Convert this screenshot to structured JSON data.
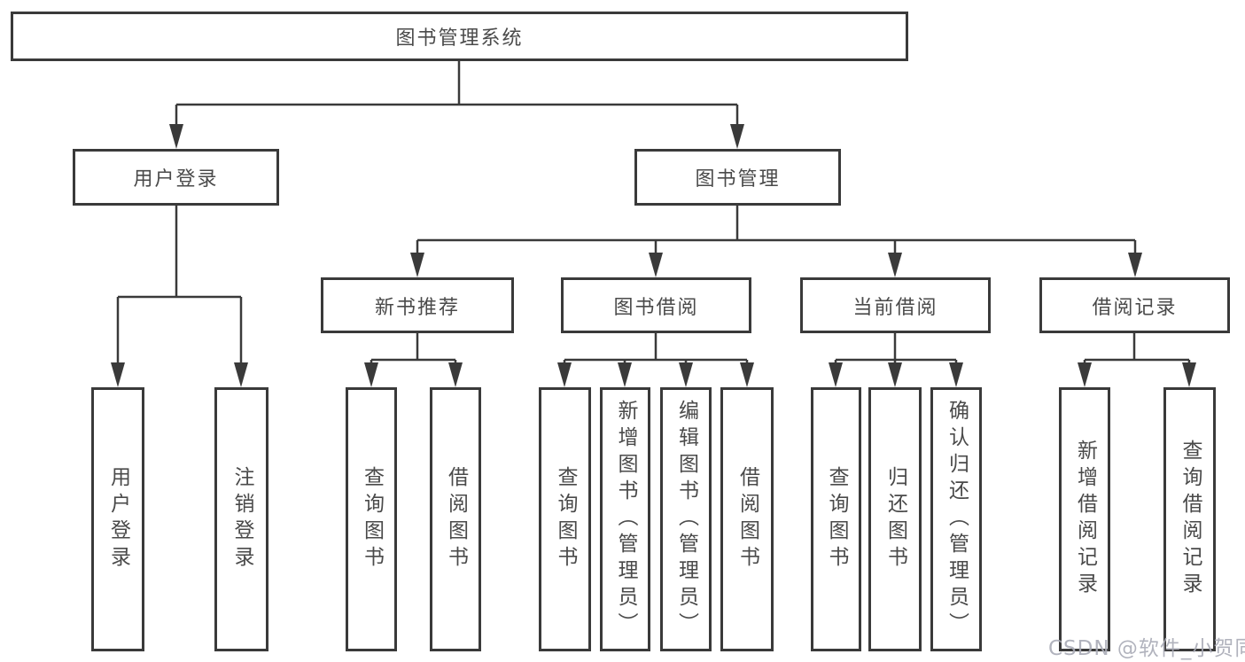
{
  "diagram": {
    "title": "图书管理系统",
    "watermark": "CSDN @软件_小贺同学",
    "colors": {
      "line": "#3a3a3a",
      "box_border": "#3a3a3a",
      "text": "#4a4a4a",
      "background": "#ffffff",
      "watermark": "#a9abb6"
    },
    "tree": {
      "root": {
        "label": "图书管理系统"
      },
      "level2": [
        {
          "label": "用户登录"
        },
        {
          "label": "图书管理"
        }
      ],
      "level3": [
        {
          "label": "新书推荐"
        },
        {
          "label": "图书借阅"
        },
        {
          "label": "当前借阅"
        },
        {
          "label": "借阅记录"
        }
      ],
      "leaves": [
        {
          "label": "用户登录",
          "parent": "用户登录"
        },
        {
          "label": "注销登录",
          "parent": "用户登录"
        },
        {
          "label": "查询图书",
          "parent": "新书推荐"
        },
        {
          "label": "借阅图书",
          "parent": "新书推荐"
        },
        {
          "label": "查询图书",
          "parent": "图书借阅"
        },
        {
          "label": "新增图书（管理员）",
          "parent": "图书借阅"
        },
        {
          "label": "编辑图书（管理员）",
          "parent": "图书借阅"
        },
        {
          "label": "借阅图书",
          "parent": "图书借阅"
        },
        {
          "label": "查询图书",
          "parent": "当前借阅"
        },
        {
          "label": "归还图书",
          "parent": "当前借阅"
        },
        {
          "label": "确认归还（管理员）",
          "parent": "当前借阅"
        },
        {
          "label": "新增借阅记录",
          "parent": "借阅记录"
        },
        {
          "label": "查询借阅记录",
          "parent": "借阅记录"
        }
      ]
    }
  }
}
